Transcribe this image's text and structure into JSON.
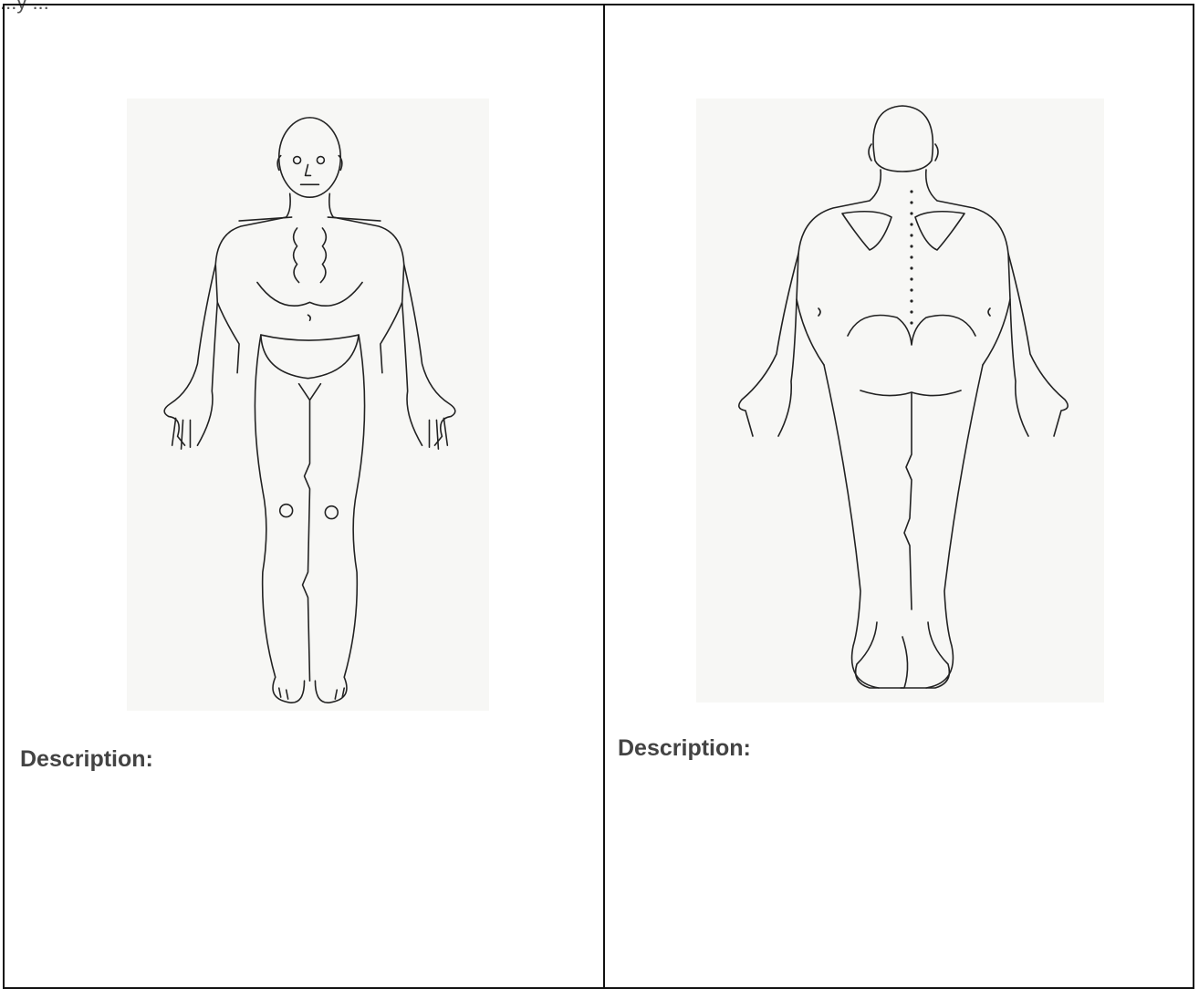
{
  "header": {
    "fragment": "...y ..."
  },
  "panels": [
    {
      "figure_icon": "body-front-outline-icon",
      "description_label": "Description:"
    },
    {
      "figure_icon": "body-back-outline-icon",
      "description_label": "Description:"
    }
  ]
}
